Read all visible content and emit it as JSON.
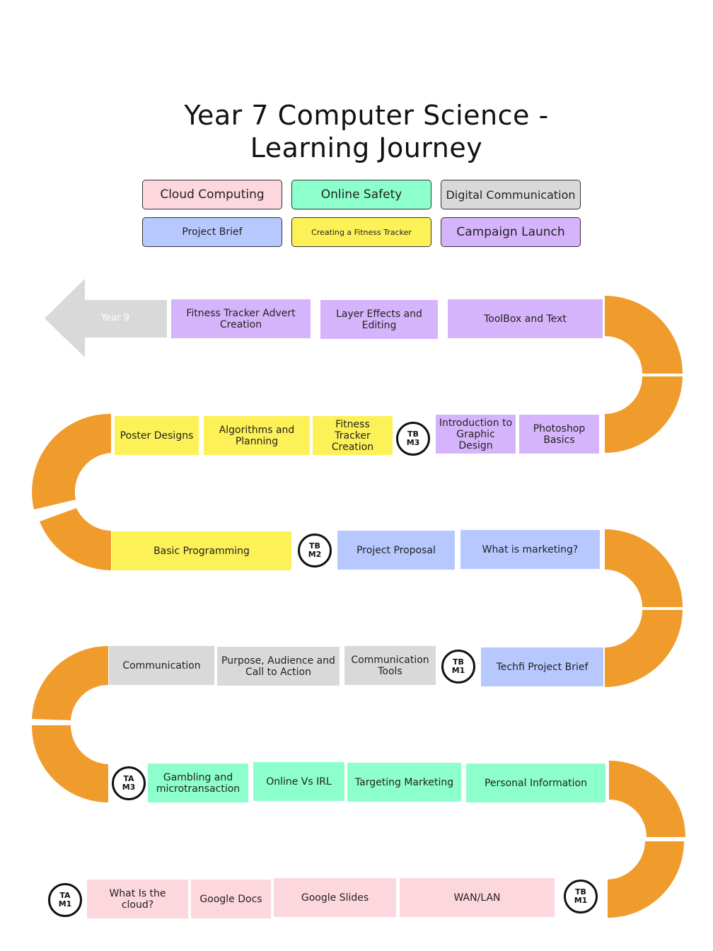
{
  "title_line1": "Year 7 Computer Science -",
  "title_line2": "Learning Journey",
  "legend": {
    "cloud_computing": "Cloud Computing",
    "online_safety": "Online Safety",
    "digital_communication": "Digital Communication",
    "project_brief": "Project Brief",
    "fitness_tracker": "Creating a Fitness Tracker",
    "campaign_launch": "Campaign Launch"
  },
  "colors": {
    "cloud": "#fdd7de",
    "safety": "#8cffcc",
    "communication": "#d9d9d9",
    "brief": "#b7c8ff",
    "fitness": "#fdf158",
    "launch": "#d6b4fb",
    "track": "#f09c2c",
    "arrow": "#d9d9d9"
  },
  "arrow_label": "Year 9",
  "row1": {
    "fitness_advert": "Fitness Tracker Advert Creation",
    "layer_effects": "Layer Effects and Editing",
    "toolbox_text": "ToolBox and Text"
  },
  "row2": {
    "poster_designs": "Poster Designs",
    "algorithms_planning": "Algorithms and Planning",
    "fitness_creation": "Fitness Tracker Creation",
    "badge": "TB\nM3",
    "intro_graphic": "Introduction to Graphic Design",
    "photoshop_basics": "Photoshop Basics"
  },
  "row3": {
    "basic_programming": "Basic Programming",
    "badge": "TB\nM2",
    "project_proposal": "Project Proposal",
    "what_marketing": "What is marketing?"
  },
  "row4": {
    "communication": "Communication",
    "purpose_audience": "Purpose, Audience and Call to Action",
    "communication_tools": "Communication Tools",
    "badge": "TB\nM1",
    "techfi_brief": "Techfi Project Brief"
  },
  "row5": {
    "badge": "TA\nM3",
    "gambling": "Gambling and microtransaction",
    "online_vs_irl": "Online Vs IRL",
    "targeting_marketing": "Targeting Marketing",
    "personal_info": "Personal Information"
  },
  "row6": {
    "badge_start": "TA\nM1",
    "what_cloud": "What Is the cloud?",
    "google_docs": "Google Docs",
    "google_slides": "Google Slides",
    "wan_lan": "WAN/LAN",
    "badge_end": "TB\nM1"
  }
}
